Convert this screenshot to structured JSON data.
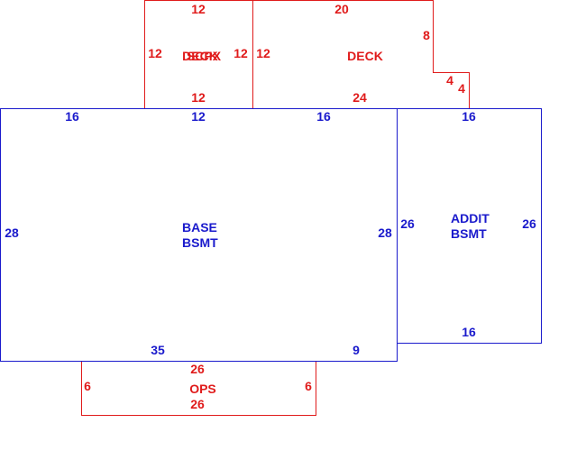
{
  "colors": {
    "red": "#e01b1b",
    "blue": "#1a1acc"
  },
  "screened_porch": {
    "label_a": "SCPX",
    "label_b": "DECK",
    "dim_top": "12",
    "dim_left": "12",
    "dim_right": "12",
    "dim_bottom": "12"
  },
  "deck": {
    "label": "DECK",
    "dim_top": "20",
    "dim_left": "12",
    "dim_right_upper": "8",
    "dim_step_horiz": "4",
    "dim_step_vert": "4",
    "dim_bottom": "24"
  },
  "base": {
    "label_line1": "BASE",
    "label_line2": "BSMT",
    "dim_top_left": "16",
    "dim_top_mid": "12",
    "dim_top_right": "16",
    "dim_left": "28",
    "dim_right": "28",
    "dim_bottom_main": "35",
    "dim_bottom_right": "9"
  },
  "addition": {
    "label_line1": "ADDIT",
    "label_line2": "BSMT",
    "dim_top": "16",
    "dim_left": "26",
    "dim_right": "26",
    "dim_bottom": "16"
  },
  "ops": {
    "label": "OPS",
    "dim_top": "26",
    "dim_left": "6",
    "dim_right": "6",
    "dim_bottom": "26"
  }
}
